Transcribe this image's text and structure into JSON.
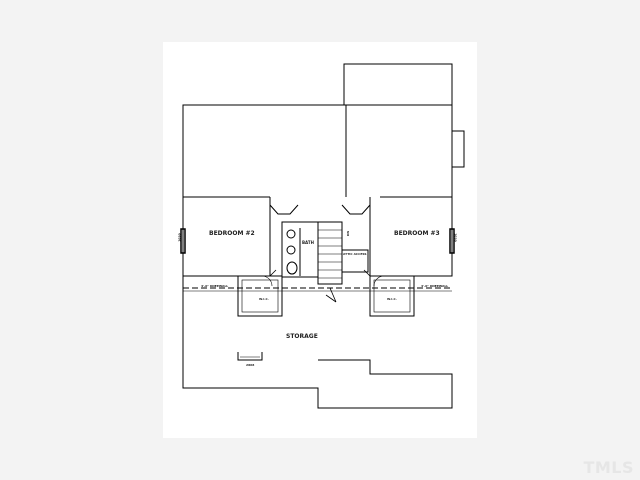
{
  "plan": {
    "rooms": {
      "bedroom_left": "BEDROOM #2",
      "bedroom_right": "BEDROOM #3",
      "bath": "BATH",
      "storage": "STORAGE",
      "wic_left": "W.I.C.",
      "wic_right": "W.I.C."
    },
    "notes": {
      "window_left": "2030",
      "window_right": "2030",
      "ceiling_left": "4'-0\" KNEEWALL",
      "ceiling_right": "4'-0\" KNEEWALL",
      "attic_access": "ATTIC ACCESS",
      "stair_dn": "DN",
      "opening_bottom": "2868"
    },
    "colors": {
      "line": "#000000",
      "paper": "#ffffff",
      "background": "#f3f3f3"
    }
  },
  "watermark": "TMLS"
}
